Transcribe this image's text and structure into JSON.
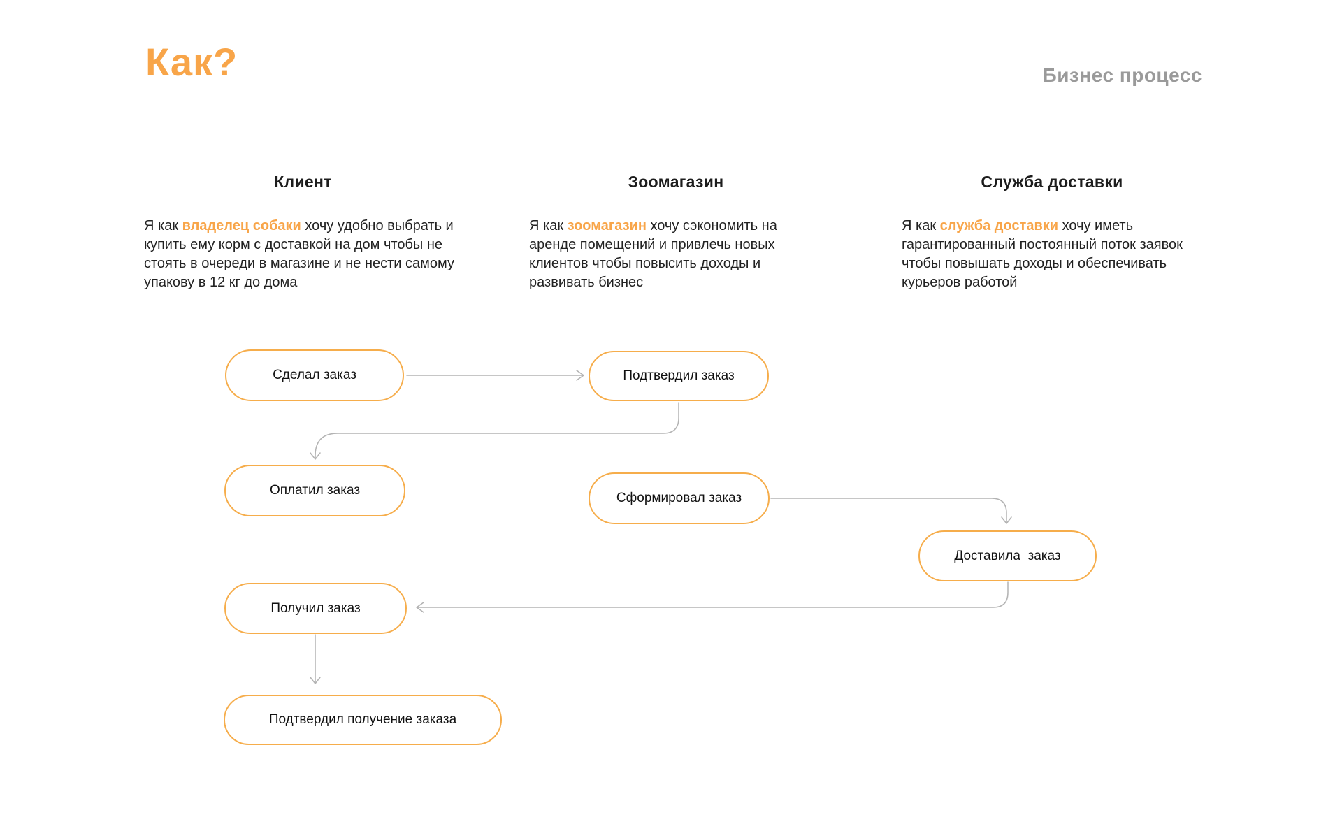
{
  "header": {
    "title": "Как?",
    "subtitle": "Бизнес процесс"
  },
  "colors": {
    "accent_orange": "#F8A549",
    "node_border_orange": "#F6AD4B",
    "arrow_gray": "#B3B3B3",
    "subtitle_gray": "#9A9A9A"
  },
  "columns": [
    {
      "heading": "Клиент",
      "text_prefix": "Я как ",
      "highlight": "владелец собаки",
      "text_suffix": " хочу удобно выбрать и купить ему корм с доставкой на дом чтобы не стоять в очереди в магазине и не нести самому упакову в 12 кг до дома"
    },
    {
      "heading": "Зоомагазин",
      "text_prefix": "Я как ",
      "highlight": "зоомагазин",
      "text_suffix": " хочу сэкономить на аренде помещений  и привлечь новых клиентов чтобы повысить доходы и развивать бизнес"
    },
    {
      "heading": "Служба доставки",
      "text_prefix": "Я как ",
      "highlight": "служба доставки",
      "text_suffix": " хочу иметь гарантированный постоянный поток заявок чтобы повышать доходы и обеспечивать курьеров работой"
    }
  ],
  "nodes": [
    {
      "label": "Сделал заказ"
    },
    {
      "label": "Подтвердил заказ"
    },
    {
      "label": "Оплатил заказ"
    },
    {
      "label": "Сформировал заказ"
    },
    {
      "label": "Доставила  заказ"
    },
    {
      "label": "Получил заказ"
    },
    {
      "label": "Подтвердил получение заказа"
    }
  ]
}
